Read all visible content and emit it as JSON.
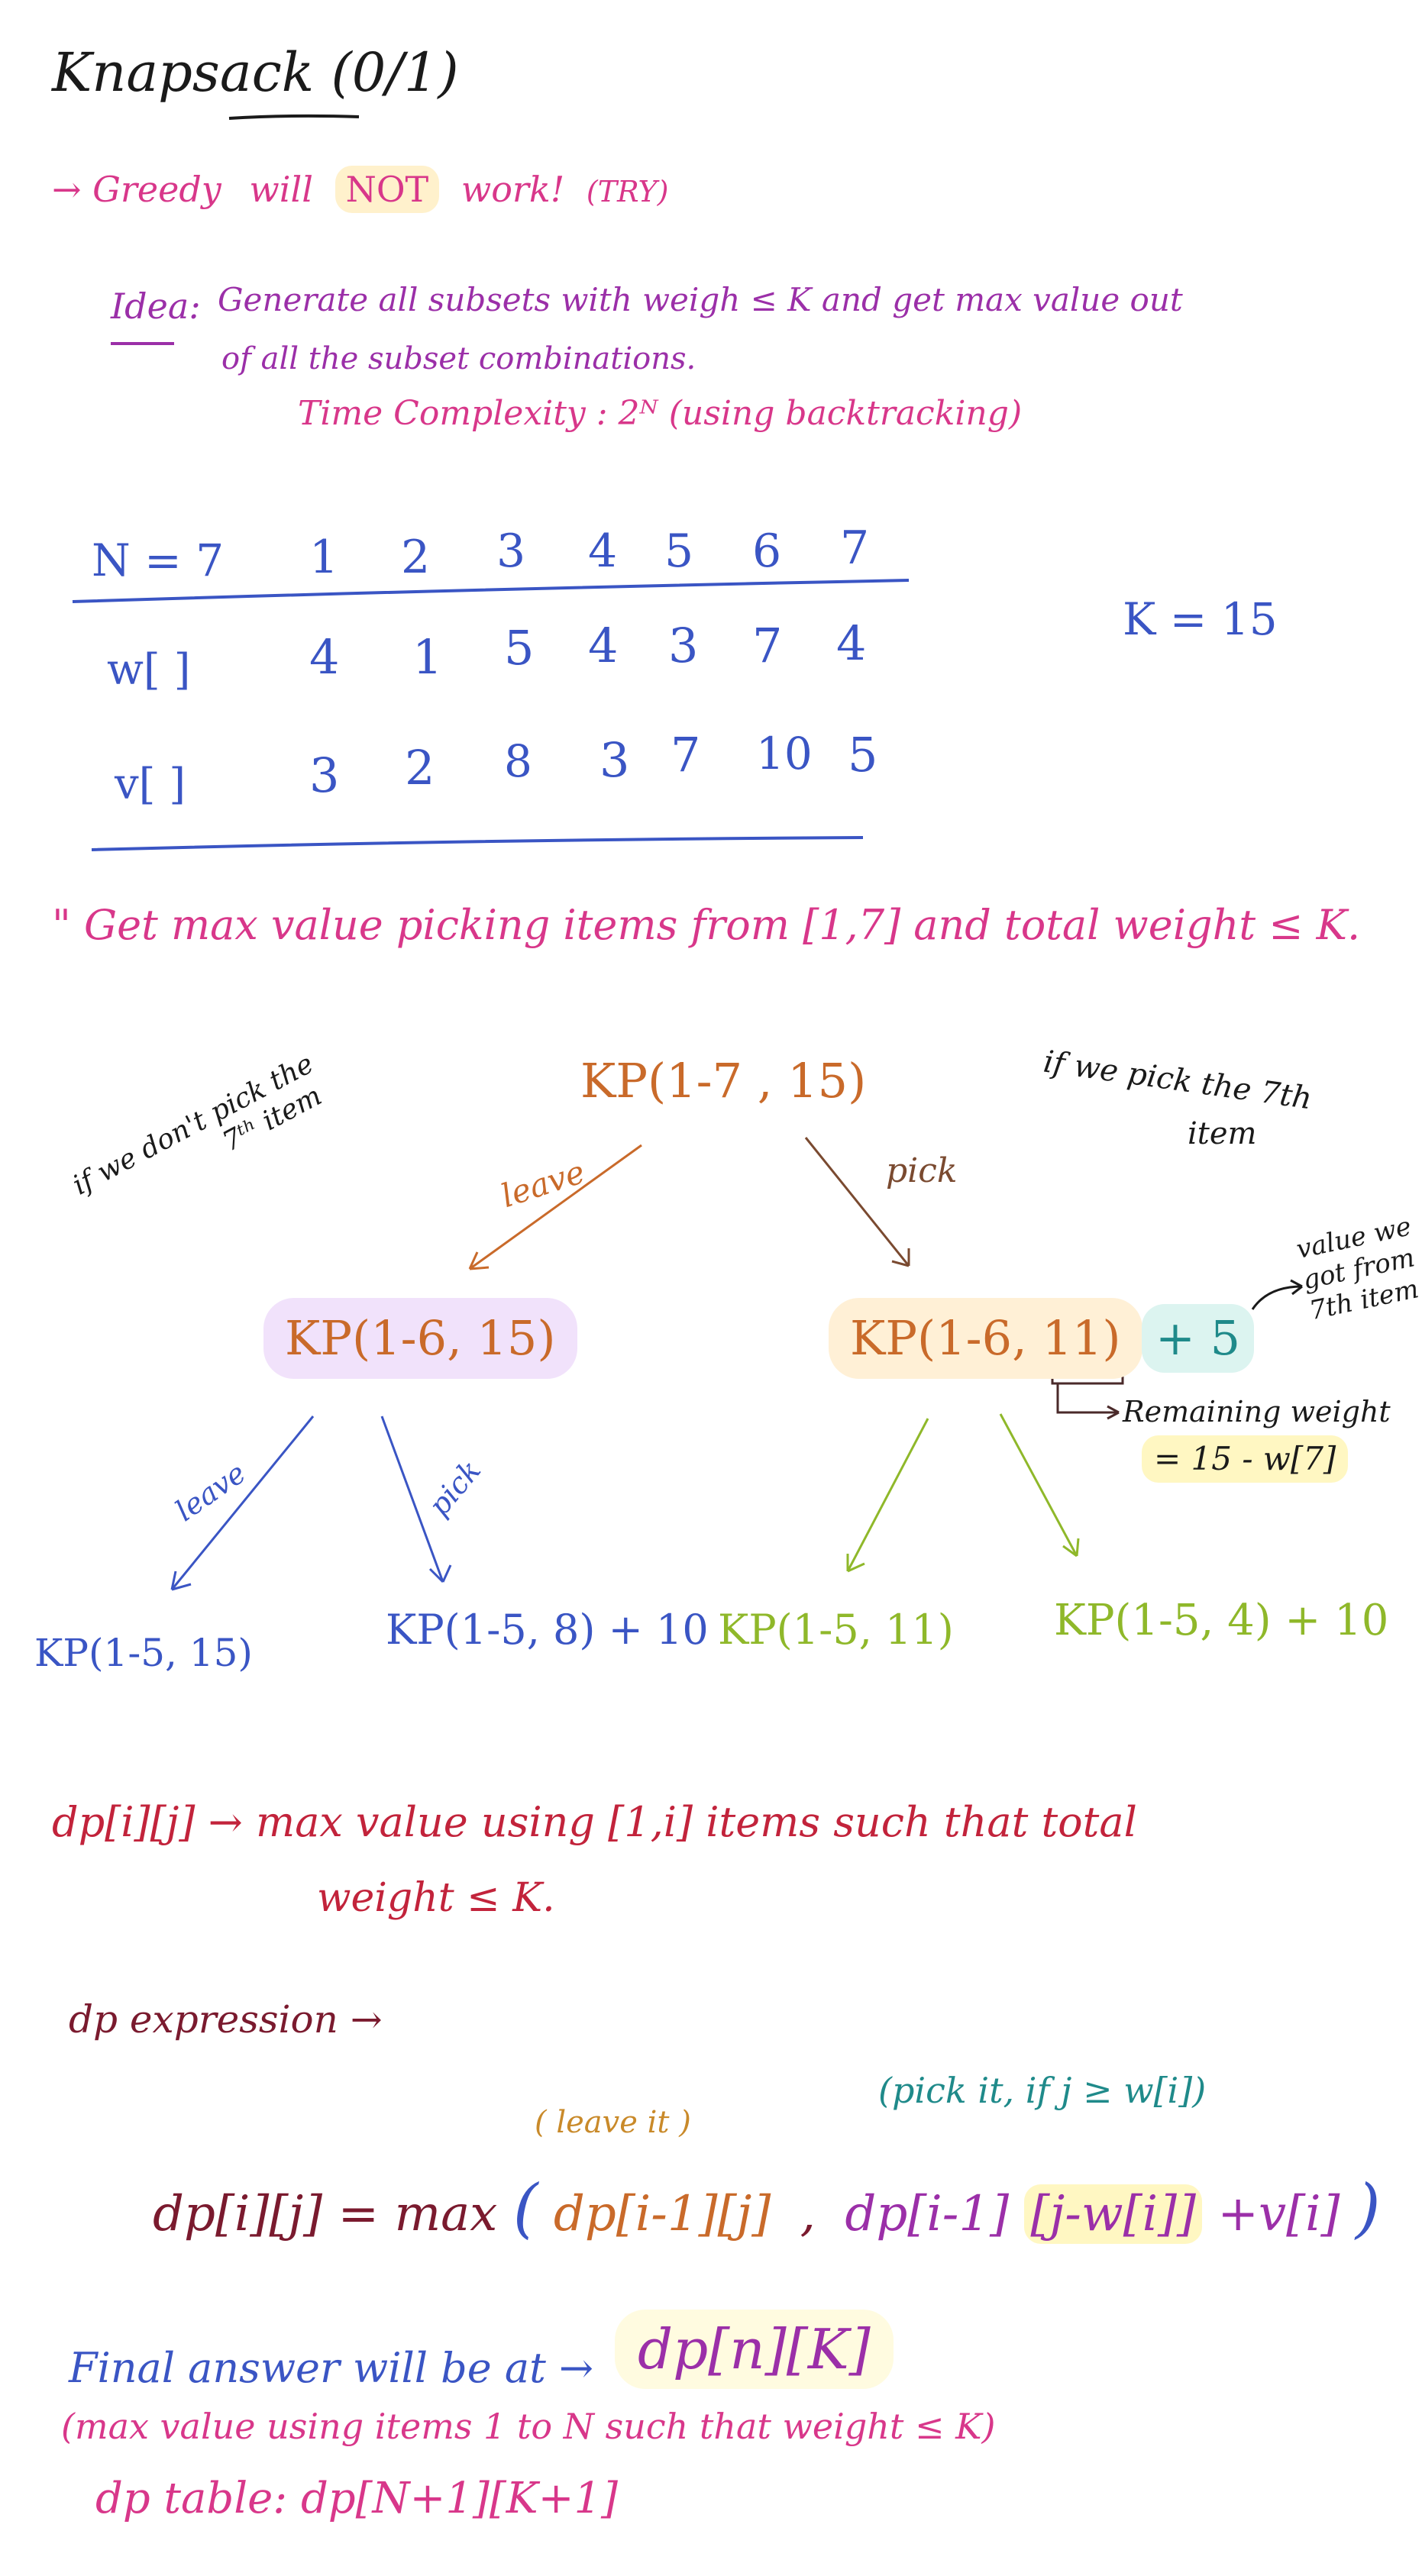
{
  "title": "Knapsack (0/1)",
  "greedy": {
    "arrow": "→",
    "w1": "Greedy",
    "w2": "will",
    "not": "NOT",
    "w4": "work!",
    "try": "(TRY)"
  },
  "idea": {
    "label": "Idea:",
    "line1": "Generate all subsets with weigh ≤ K and get max value out",
    "line2": "of all the subset combinations.",
    "time": "Time Complexity : 2ᴺ (using backtracking)"
  },
  "table": {
    "n_label": "N = 7",
    "headers": [
      "1",
      "2",
      "3",
      "4",
      "5",
      "6",
      "7"
    ],
    "w_label": "w[ ]",
    "w": [
      "4",
      "1",
      "5",
      "4",
      "3",
      "7",
      "4"
    ],
    "v_label": "v[ ]",
    "v": [
      "3",
      "2",
      "8",
      "3",
      "7",
      "10",
      "5"
    ],
    "k": "K = 15"
  },
  "problem": "\" Get max value picking items from [1,7] and total weight ≤ K.",
  "tree": {
    "root": "KP(1-7 , 15)",
    "left_note1": "if we don't pick the",
    "left_note2": "7ᵗʰ item",
    "right_note1": "if we pick the 7th",
    "right_note2": "item",
    "leave": "leave",
    "pick": "pick",
    "left_node": "KP(1-6, 15)",
    "right_node": "KP(1-6, 11)",
    "right_plus": "+ 5",
    "value_note": "value we got from 7th item",
    "remaining1": "Remaining weight",
    "remaining2": "= 15 - w[7]",
    "l_leave": "leave",
    "l_pick": "pick",
    "ll": "KP(1-5, 15)",
    "lr": "KP(1-5, 8) + 10",
    "rl": "KP(1-5, 11)",
    "rr": "KP(1-5, 4) + 10"
  },
  "dp_def": {
    "line1": "dp[i][j] → max value using [1,i] items such that total",
    "line2": "weight ≤ K."
  },
  "dp_expr_label": "dp expression →",
  "recurrence": {
    "leave_note": "( leave it )",
    "pick_note": "(pick it, if j ≥ w[i])",
    "lhs": "dp[i][j] = max",
    "open": "(",
    "term1": "dp[i-1][j]",
    "comma": ",",
    "term2a": "dp[i-1]",
    "term2b": "[j-w[i]]",
    "term2c": "+v[i]",
    "close": ")"
  },
  "final": {
    "line1": "Final answer will be at →",
    "answer": "dp[n][K]",
    "line2": "(max value using items 1 to N such that weight ≤ K)",
    "line3": "dp table: dp[N+1][K+1]"
  },
  "colors": {
    "black": "#1a1a1a",
    "pink": "#d8378a",
    "purple": "#9b2fa8",
    "blue": "#3a55c4",
    "orange": "#c96a2a",
    "olive": "#8fb82a",
    "red": "#c2233b",
    "maroon": "#7a1a2e",
    "teal": "#1f8a8a",
    "yellow_hl": "#fff7c2",
    "purple_hl": "#f1e2fb",
    "peach_hl": "#fff0d6",
    "cyan_hl": "#dcf4f0"
  }
}
